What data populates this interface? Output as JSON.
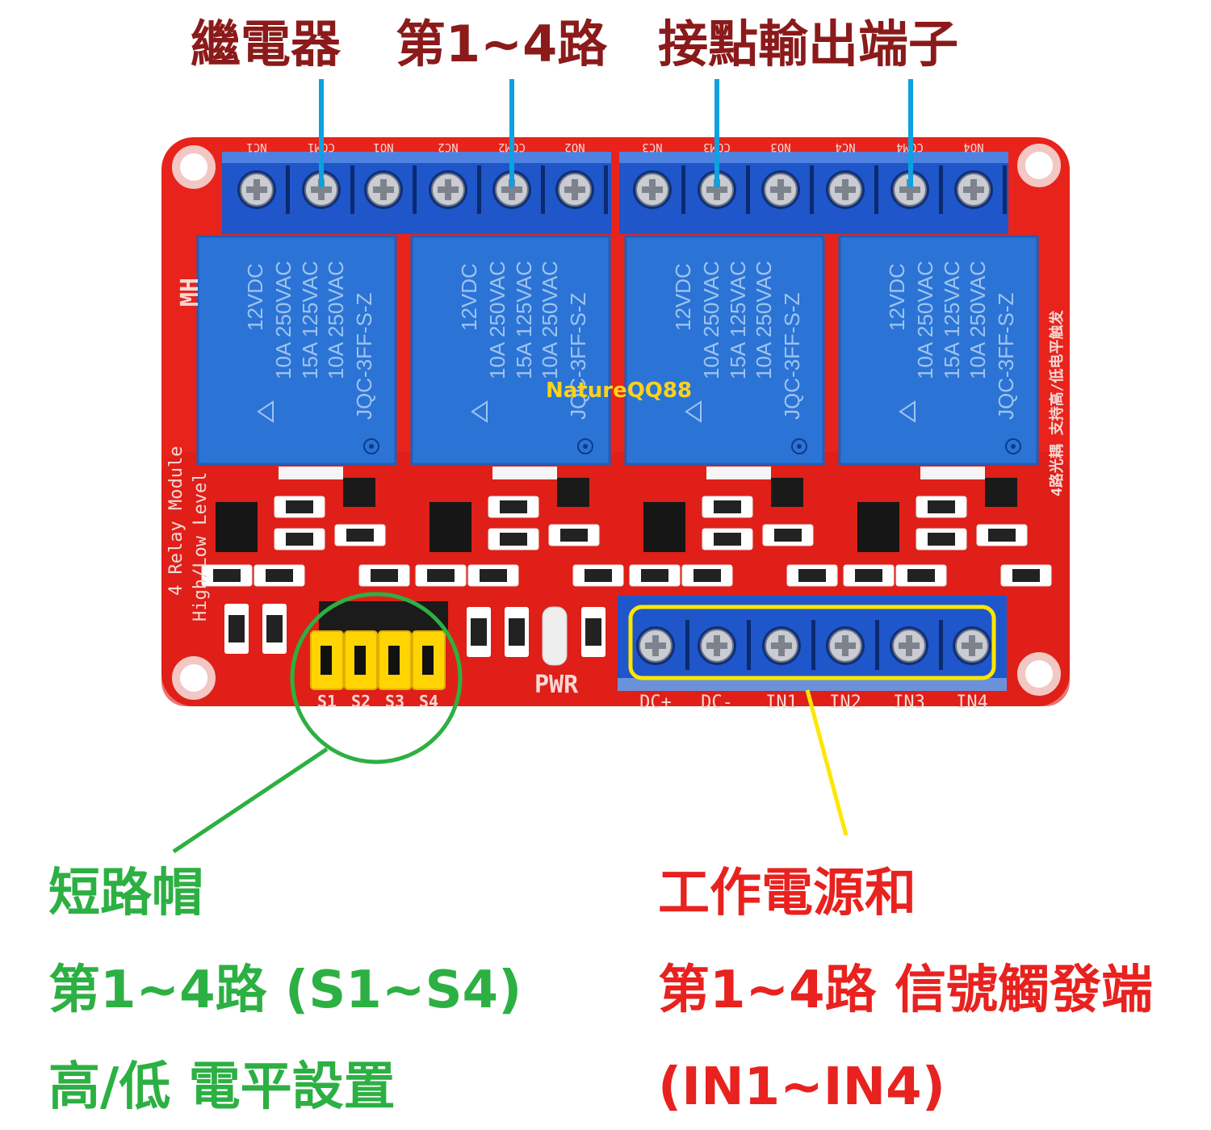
{
  "title": {
    "part1": "繼電器",
    "part2": "第1~4路",
    "part3": "接點輸出端子"
  },
  "board": {
    "output_terminals": [
      "NC1",
      "COM1",
      "NO1",
      "NC2",
      "COM2",
      "NO2",
      "NC3",
      "COM3",
      "NO3",
      "NC4",
      "COM4",
      "NO4"
    ],
    "relay": {
      "voltage": "12VDC",
      "rating1": "10A 250VAC",
      "rating2": "15A 125VAC",
      "rating3": "10A 250VAC",
      "model": "JQC-3FF-S-Z"
    },
    "left_silk_line1": "4 Relay Module",
    "left_silk_line2": "High/Low Level",
    "right_silk": "4路光耦 支持高/低电平触发",
    "logo": "MH",
    "jumpers": [
      "S1",
      "S2",
      "S3",
      "S4"
    ],
    "pwr_label": "PWR",
    "input_terminals": [
      "DC+",
      "DC-",
      "IN1",
      "IN2",
      "IN3",
      "IN4"
    ],
    "watermark": "NatureQQ88"
  },
  "annotations": {
    "left": {
      "line1": "短路帽",
      "line2": "第1~4路 (S1~S4)",
      "line3": "高/低 電平設置"
    },
    "right": {
      "line1": "工作電源和",
      "line2": "第1~4路 信號觸發端",
      "line3": "(IN1~IN4)"
    }
  },
  "colors": {
    "board": "#e8231b",
    "terminal_blue": "#1f56c9",
    "relay_blue": "#2b74d6",
    "title": "#8b1a1a",
    "pointer_blue": "#0ea0e0",
    "jumper_yellow": "#ffd400",
    "green": "#2db043",
    "red": "#e8221f"
  }
}
